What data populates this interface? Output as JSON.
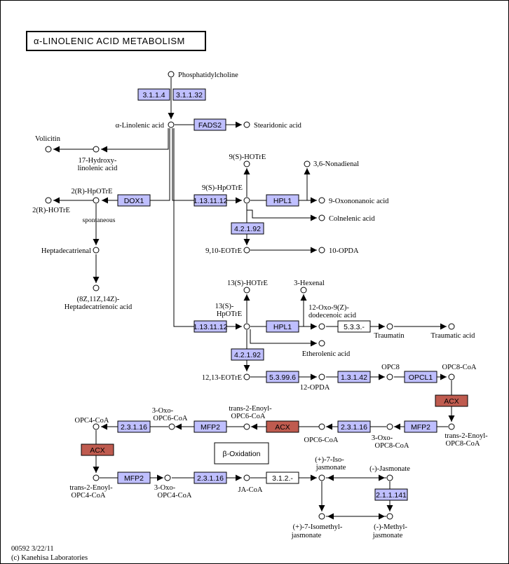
{
  "title": "α-LINOLENIC ACID METABOLISM",
  "footer": {
    "code_date": "00592 3/22/11",
    "copyright": "(c) Kanehisa Laboratories"
  },
  "compounds": {
    "phosphatidylcholine": "Phosphatidylcholine",
    "alpha_linolenic": "α-Linolenic acid",
    "stearidonic": "Stearidonic acid",
    "volicitin": "Volicitin",
    "hydroxy_linolenic_1": "17-Hydroxy-",
    "hydroxy_linolenic_2": "linolenic acid",
    "nine_s_hotre": "9(S)-HOTrE",
    "nonadienal": "3,6-Nonadienal",
    "nine_s_hpotre": "9(S)-HpOTrE",
    "oxononanoic": "9-Oxononanoic acid",
    "colnelenic": "Colnelenic acid",
    "two_r_hpotre": "2(R)-HpOTrE",
    "two_r_hotre": "2(R)-HOTrE",
    "spontaneous": "spontaneous",
    "heptadecatrienal": "Heptadecatrienal",
    "heptadecatrienoic_1": "(8Z,11Z,14Z)-",
    "heptadecatrienoic_2": "Heptadecatrienoic acid",
    "nine_ten_eotre": "9,10-EOTrE",
    "ten_opda": "10-OPDA",
    "thirteen_s_hotre": "13(S)-HOTrE",
    "hexenal": "3-Hexenal",
    "thirteen_s_hpotre_1": "13(S)-",
    "thirteen_s_hpotre_2": "HpOTrE",
    "oxo_dodecenoic_1": "12-Oxo-9(Z)-",
    "oxo_dodecenoic_2": "dodecenoic acid",
    "traumatin": "Traumatin",
    "traumatic": "Traumatic acid",
    "etherolenic": "Etherolenic acid",
    "twelve_thirteen_eotre": "12,13-EOTrE",
    "twelve_opda": "12-OPDA",
    "opc8": "OPC8",
    "opc8_coa": "OPC8-CoA",
    "opc4_coa": "OPC4-CoA",
    "oxo_opc6_coa_1": "3-Oxo-",
    "oxo_opc6_coa_2": "OPC6-CoA",
    "enoyl_opc6_coa_1": "trans-2-Enoyl-",
    "enoyl_opc6_coa_2": "OPC6-CoA",
    "opc6_coa": "OPC6-CoA",
    "oxo_opc8_coa_1": "3-Oxo-",
    "oxo_opc8_coa_2": "OPC8-CoA",
    "enoyl_opc8_coa_1": "trans-2-Enoyl-",
    "enoyl_opc8_coa_2": "OPC8-CoA",
    "enoyl_opc4_coa_1": "trans-2-Enoyl-",
    "enoyl_opc4_coa_2": "OPC4-CoA",
    "oxo_opc4_coa_1": "3-Oxo-",
    "oxo_opc4_coa_2": "OPC4-CoA",
    "ja_coa": "JA-CoA",
    "iso_jasmonate_1": "(+)-7-Iso-",
    "iso_jasmonate_2": "jasmonate",
    "jasmonate": "(-)-Jasmonate",
    "isomethyl_jasmonate_1": "(+)-7-Isomethyl-",
    "isomethyl_jasmonate_2": "jasmonate",
    "methyl_jasmonate_1": "(-)-Methyl-",
    "methyl_jasmonate_2": "jasmonate"
  },
  "enzymes": {
    "e_3_1_1_4": "3.1.1.4",
    "e_3_1_1_32": "3.1.1.32",
    "fads2": "FADS2",
    "dox1": "DOX1",
    "e_1_13_11_12_a": "1.13.11.12",
    "hpl1_a": "HPL1",
    "e_4_2_1_92_a": "4.2.1.92",
    "e_1_13_11_12_b": "1.13.11.12",
    "hpl1_b": "HPL1",
    "e_5_3_3": "5.3.3.-",
    "e_4_2_1_92_b": "4.2.1.92",
    "e_5_3_99_6": "5.3.99.6",
    "e_1_3_1_42": "1.3.1.42",
    "opcl1": "OPCL1",
    "acx_a": "ACX",
    "mfp2_a": "MFP2",
    "e_2_3_1_16_a": "2.3.1.16",
    "acx_b": "ACX",
    "mfp2_b": "MFP2",
    "e_2_3_1_16_b": "2.3.1.16",
    "acx_c": "ACX",
    "mfp2_c": "MFP2",
    "e_2_3_1_16_c": "2.3.1.16",
    "e_3_1_2": "3.1.2.-",
    "e_2_1_1_141": "2.1.1.141"
  },
  "maps": {
    "beta_oxidation": "β-Oxidation"
  },
  "colors": {
    "enzyme_blue": "#bfbfff",
    "enzyme_red": "#bf5b4f",
    "line": "#000000"
  }
}
